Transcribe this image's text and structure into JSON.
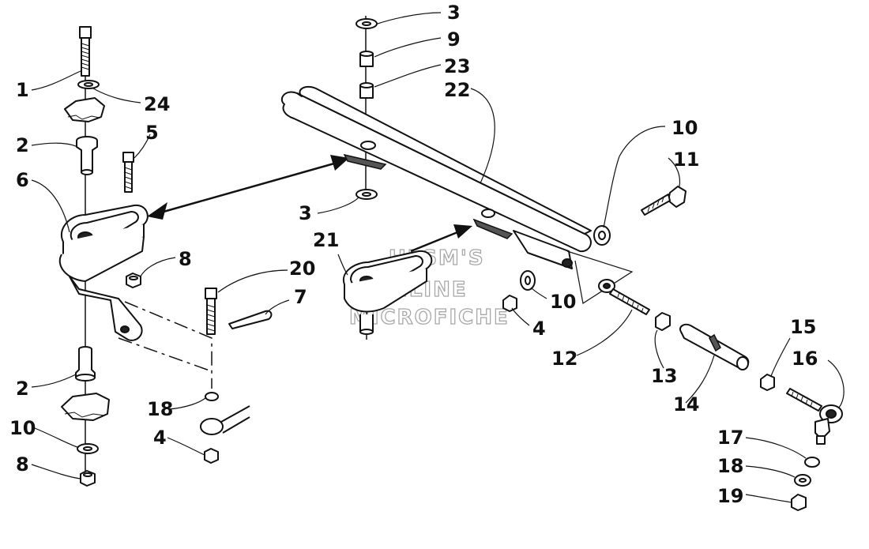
{
  "watermark": {
    "line1": "HLSM'S",
    "line2": "ONLINE",
    "line3": "MICROFICHE"
  },
  "callouts": {
    "c1": "1",
    "c24": "24",
    "c2a": "2",
    "c5": "5",
    "c6": "6",
    "c8a": "8",
    "c20": "20",
    "c7": "7",
    "c2b": "2",
    "c18a": "18",
    "c10a": "10",
    "c4a": "4",
    "c8b": "8",
    "c3a": "3",
    "c9": "9",
    "c23": "23",
    "c22": "22",
    "c10b": "10",
    "c11": "11",
    "c3b": "3",
    "c21": "21",
    "c10c": "10",
    "c4b": "4",
    "c12": "12",
    "c13": "13",
    "c14": "14",
    "c15": "15",
    "c16": "16",
    "c17": "17",
    "c18b": "18",
    "c19": "19"
  }
}
